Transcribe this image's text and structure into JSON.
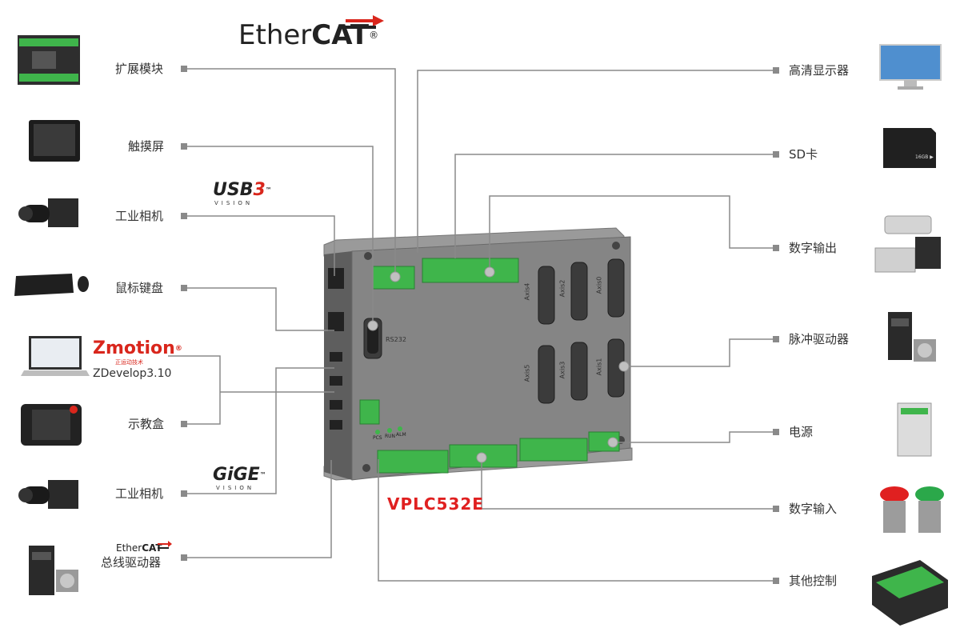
{
  "brand": {
    "ethercat_top": {
      "main": "Ether",
      "bold": "CAT",
      "reg": "®"
    },
    "ethercat_small": {
      "main": "Ether",
      "bold": "CAT"
    },
    "usb3": {
      "main": "USB",
      "num": "3",
      "tm": "™",
      "sub": "VISION"
    },
    "gige": {
      "main": "GiGE",
      "tm": "™",
      "sub": "VISION"
    },
    "zmotion": {
      "main": "Zmotion",
      "reg": "®",
      "sub": "正运动技术"
    }
  },
  "product": {
    "model": "VPLC532E",
    "model_color": "#e02020"
  },
  "left_items": [
    {
      "label": "扩展模块",
      "icon": "expansion-module"
    },
    {
      "label": "触摸屏",
      "icon": "touchscreen"
    },
    {
      "label": "工业相机",
      "icon": "industrial-camera"
    },
    {
      "label": "鼠标键盘",
      "icon": "mouse-keyboard"
    },
    {
      "label": "ZDevelop3.10",
      "icon": "laptop"
    },
    {
      "label": "示教盒",
      "icon": "teach-pendant"
    },
    {
      "label": "工业相机",
      "icon": "industrial-camera"
    },
    {
      "label": "总线驱动器",
      "icon": "bus-servo-drive"
    }
  ],
  "right_items": [
    {
      "label": "高清显示器",
      "icon": "monitor"
    },
    {
      "label": "SD卡",
      "icon": "sd-card"
    },
    {
      "label": "数字输出",
      "icon": "pneumatic-valve"
    },
    {
      "label": "脉冲驱动器",
      "icon": "pulse-servo-drive"
    },
    {
      "label": "电源",
      "icon": "power-supply"
    },
    {
      "label": "数字输入",
      "icon": "push-buttons"
    },
    {
      "label": "其他控制",
      "icon": "plc-module"
    }
  ],
  "sd_card_text": "16GB ▶",
  "device_labels": {
    "rs232": "RS232",
    "axis": [
      "Axis4",
      "Axis2",
      "Axis0",
      "Axis5",
      "Axis3",
      "Axis1"
    ],
    "leds": [
      "PCS",
      "RUN",
      "ALM"
    ]
  },
  "colors": {
    "wire": "#8a8a8a",
    "terminal": "#3fb54b",
    "device": "#7b7b7b",
    "ethercat_red": "#d9261c"
  }
}
